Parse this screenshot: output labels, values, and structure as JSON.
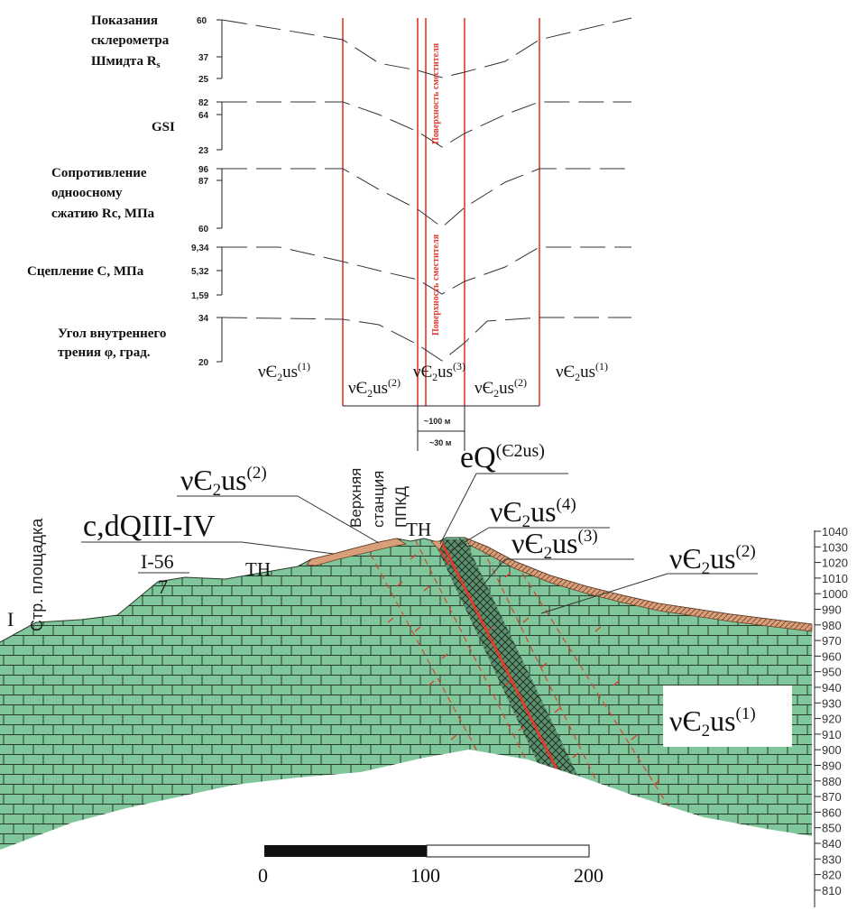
{
  "colors": {
    "host_rock": "#7fc79a",
    "fault_zone": "#5c8f6e",
    "cover": "#d99f7a",
    "fault_line": "#e03a2a",
    "grid": "#2a3a2c"
  },
  "profile": {
    "params": [
      {
        "label_lines": [
          "Показания",
          "склерометра",
          "Шмидта R"
        ],
        "label_sub": "s",
        "ticks": [
          "60",
          "37",
          "25"
        ]
      },
      {
        "label_lines": [
          "GSI"
        ],
        "label_sub": "",
        "ticks": [
          "82",
          "64",
          "23"
        ]
      },
      {
        "label_lines": [
          "Сопротивление",
          "одноосному",
          "сжатию Rc, МПа"
        ],
        "label_sub": "",
        "ticks": [
          "96",
          "87",
          "60"
        ]
      },
      {
        "label_lines": [
          "Сцепление С, МПа"
        ],
        "label_sub": "",
        "ticks": [
          "9,34",
          "5,32",
          "1,59"
        ]
      },
      {
        "label_lines": [
          "Угол внутреннего",
          "трения φ, град."
        ],
        "label_sub": "",
        "ticks": [
          "34",
          "20"
        ]
      }
    ],
    "fault_label": "Поверхность сместителя",
    "zone_labels": [
      {
        "main": "νЄ",
        "sub": "2",
        "tail": "us",
        "sup": "(1)"
      },
      {
        "main": "νЄ",
        "sub": "2",
        "tail": "us",
        "sup": "(2)"
      },
      {
        "main": "νЄ",
        "sub": "2",
        "tail": "us",
        "sup": "(3)"
      },
      {
        "main": "νЄ",
        "sub": "2",
        "tail": "us",
        "sup": "(2)"
      },
      {
        "main": "νЄ",
        "sub": "2",
        "tail": "us",
        "sup": "(1)"
      }
    ],
    "width_100": "~100 м",
    "width_30": "~30 м"
  },
  "section": {
    "elev_ticks": [
      "1040",
      "1030",
      "1020",
      "1010",
      "1000",
      "990",
      "980",
      "970",
      "960",
      "950",
      "940",
      "930",
      "920",
      "910",
      "900",
      "890",
      "880",
      "870",
      "860",
      "850",
      "840",
      "830",
      "820",
      "810"
    ],
    "scale_ticks": [
      "0",
      "100",
      "200"
    ],
    "labels": {
      "site": "Стр. площадка",
      "station": [
        "Верхняя",
        "станция",
        "ППКД"
      ],
      "eq": {
        "main": "eQ",
        "sup": "(Є2us)"
      },
      "cdq": "c,dQIII-IV",
      "i56_top": "I-56",
      "i56_bot": "7",
      "tn1": "ТН",
      "tn2": "ТН",
      "left_i": "I",
      "u2_left": {
        "main": "νЄ",
        "sub": "2",
        "tail": "us",
        "sup": "(2)"
      },
      "u4": {
        "main": "νЄ",
        "sub": "2",
        "tail": "us",
        "sup": "(4)"
      },
      "u3": {
        "main": "νЄ",
        "sub": "2",
        "tail": "us",
        "sup": "(3)"
      },
      "u2_right": {
        "main": "νЄ",
        "sub": "2",
        "tail": "us",
        "sup": "(2)"
      },
      "u1_box": {
        "main": "νЄ",
        "sub": "2",
        "tail": "us",
        "sup": "(1)"
      }
    }
  }
}
